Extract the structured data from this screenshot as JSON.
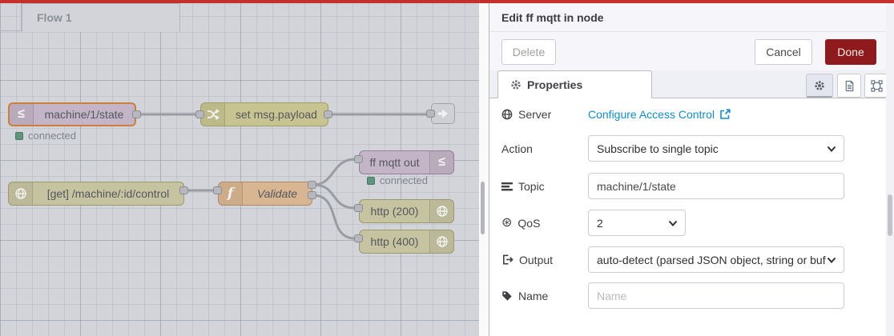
{
  "chrome": {
    "top_border_color": "#c5302c"
  },
  "workspace": {
    "tab_label": "Flow 1",
    "nodes": [
      {
        "label": "machine/1/state",
        "type": "mqtt-in",
        "icon": "mqtt-bridge-icon",
        "selected": true,
        "status": "connected"
      },
      {
        "label": "set msg.payload",
        "type": "change",
        "icon": "shuffle-icon"
      },
      {
        "label": "",
        "type": "link-out",
        "icon": "link-out-arrow-icon"
      },
      {
        "label": "[get] /machine/:id/control",
        "type": "http-in",
        "icon": "globe-icon"
      },
      {
        "label": "Validate",
        "type": "function",
        "icon": "function-f-icon"
      },
      {
        "label": "ff mqtt out",
        "type": "mqtt-out",
        "icon": "mqtt-bridge-icon",
        "status": "connected"
      },
      {
        "label": "http (200)",
        "type": "http-response",
        "icon": "globe-icon"
      },
      {
        "label": "http (400)",
        "type": "http-response",
        "icon": "globe-icon"
      }
    ],
    "statuses": {
      "mqtt_in": "connected",
      "mqtt_out": "connected"
    },
    "status_dot_color": "#5c967c"
  },
  "panel": {
    "title": "Edit ff mqtt in node",
    "buttons": {
      "delete": "Delete",
      "cancel": "Cancel",
      "done": "Done"
    },
    "done_color": "#8f1a1e",
    "tab": {
      "label": "Properties",
      "icon": "gear-icon"
    },
    "toolbar_icons": [
      "gear-icon",
      "doc-icon",
      "expand-icon"
    ],
    "fields": {
      "server": {
        "label": "Server",
        "icon": "globe-icon",
        "link": "Configure Access Control",
        "link_icon": "external-link-icon",
        "link_color": "#0d8fd2"
      },
      "action": {
        "label": "Action",
        "value": "Subscribe to single topic"
      },
      "topic": {
        "label": "Topic",
        "icon": "tasks-icon",
        "value": "machine/1/state"
      },
      "qos": {
        "label": "QoS",
        "icon": "qos-circle-asterisk-icon",
        "value": "2"
      },
      "output": {
        "label": "Output",
        "icon": "sign-out-icon",
        "value": "auto-detect (parsed JSON object, string or buffer)"
      },
      "name": {
        "label": "Name",
        "icon": "tag-icon",
        "placeholder": "Name"
      }
    }
  }
}
